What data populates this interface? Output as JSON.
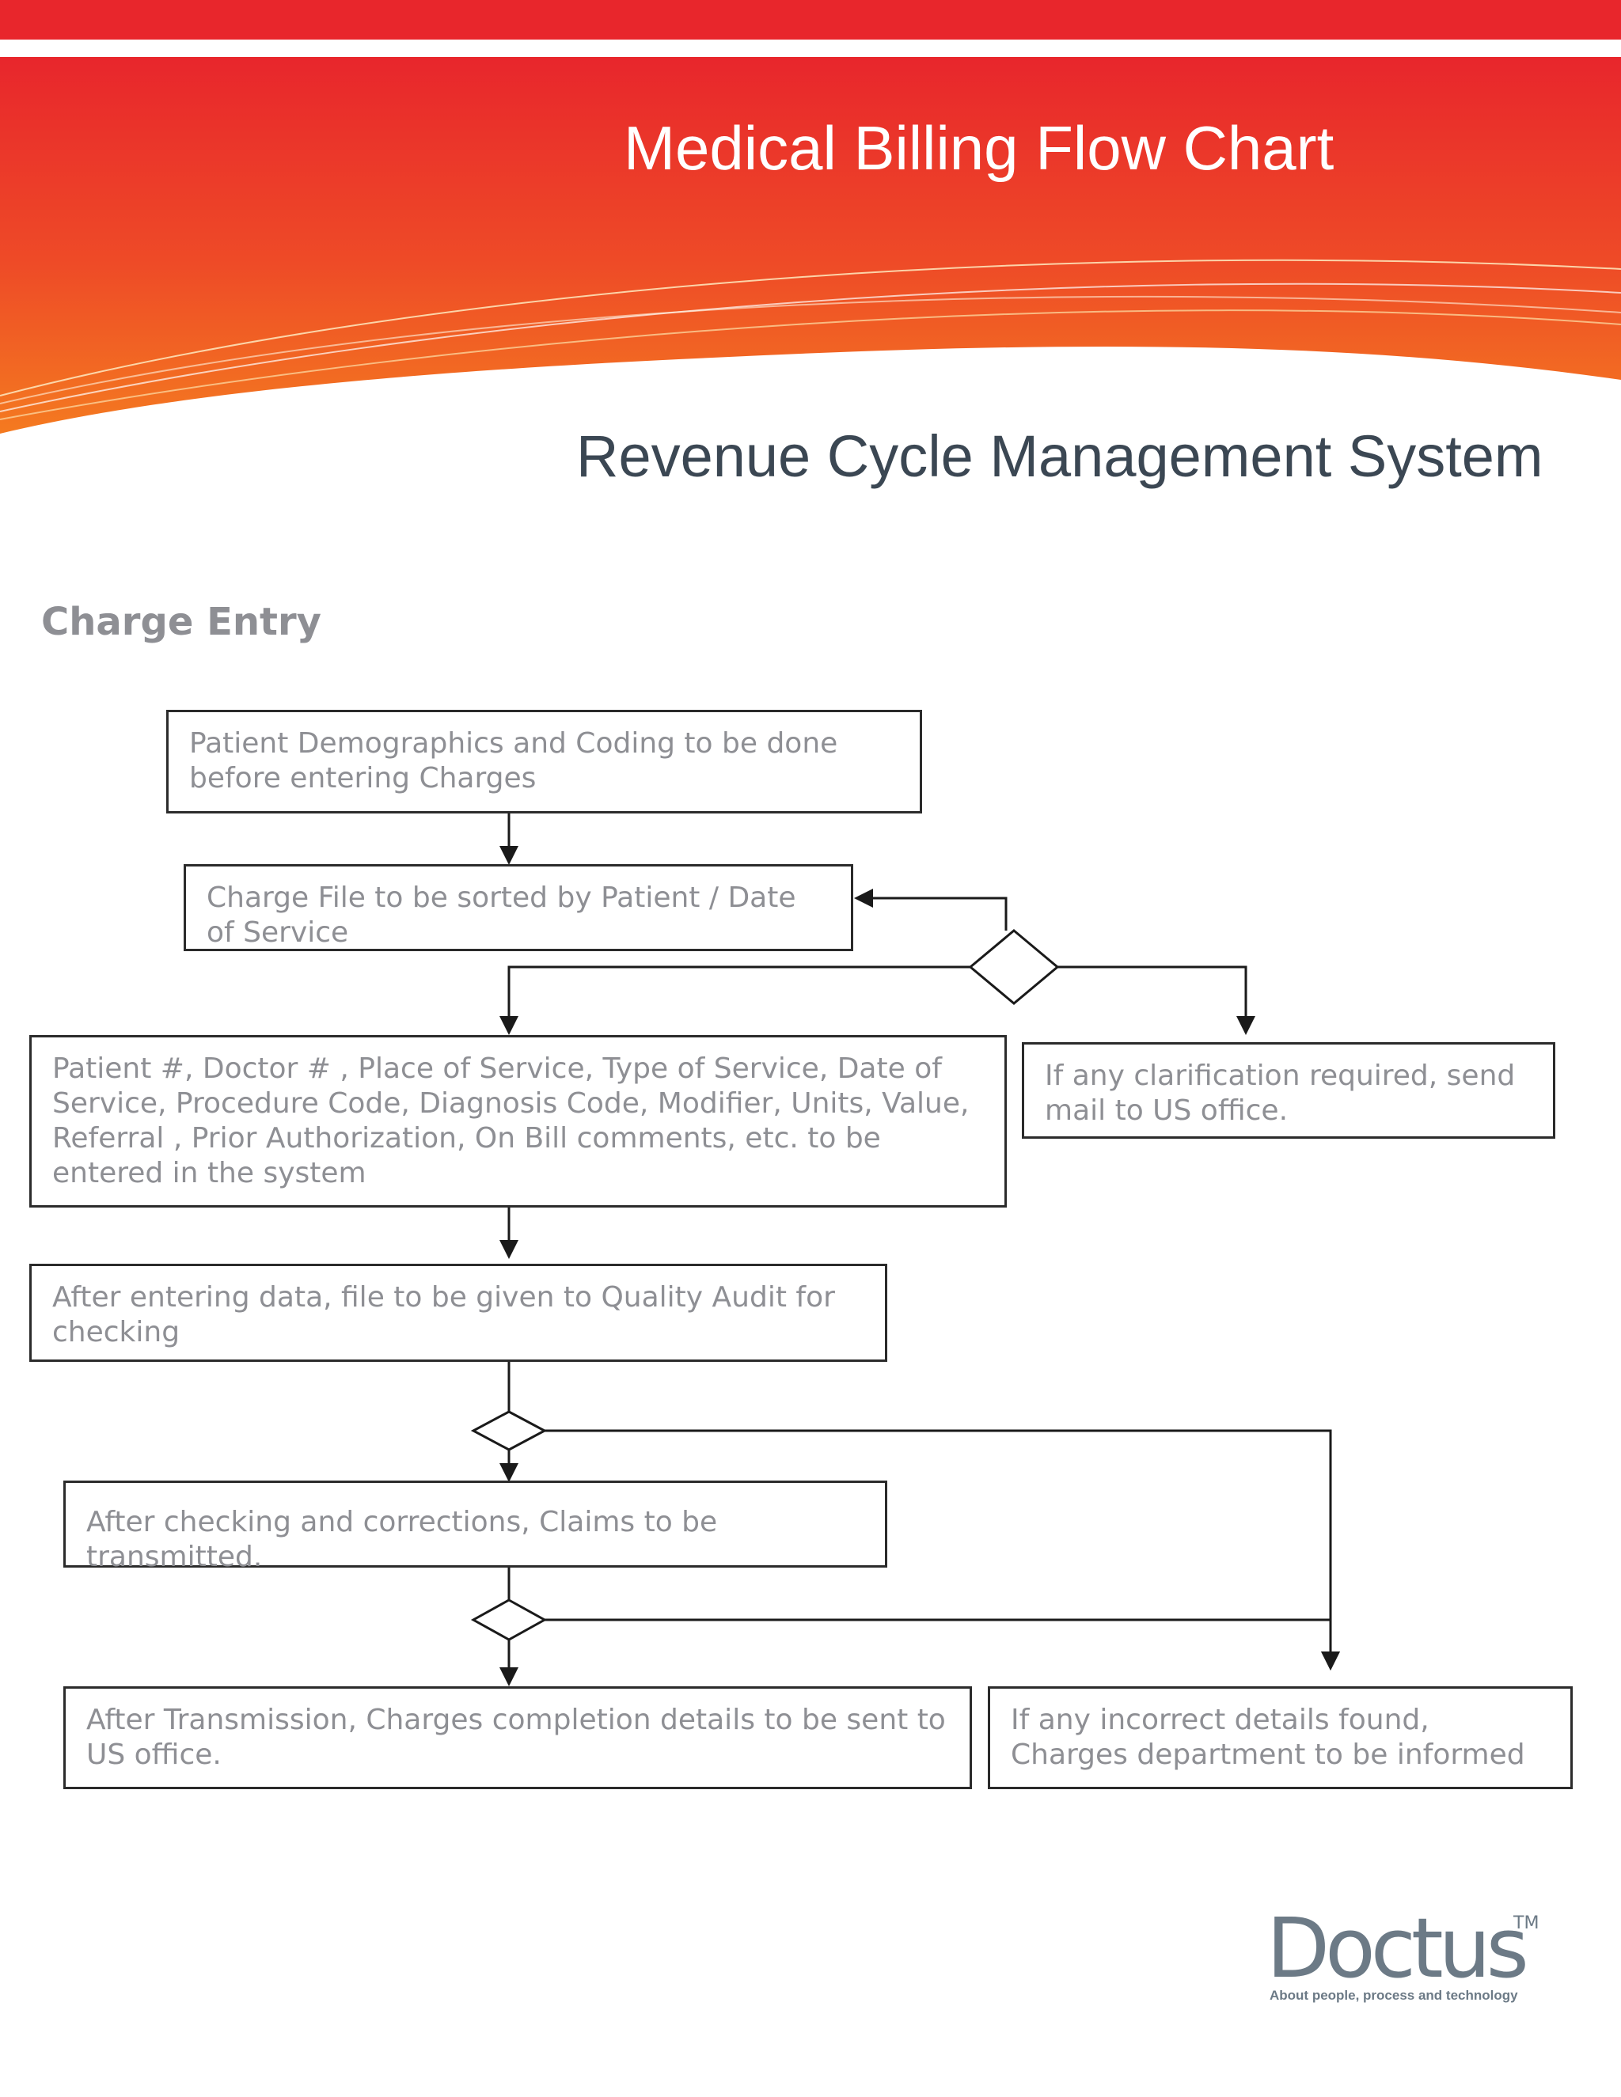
{
  "header": {
    "title": "Medical Billing Flow Chart",
    "subtitle": "Revenue Cycle Management System"
  },
  "section_title": "Charge Entry",
  "steps": {
    "demographics": "Patient Demographics and Coding to be done before entering Charges",
    "sort_file": "Charge File to be sorted by Patient /   Date of Service",
    "enter_data": "Patient #, Doctor # , Place of Service, Type of Service,    Date of Service, Procedure Code, Diagnosis Code,  Modifier, Units, Value, Referral , Prior Authorization,     On Bill comments, etc. to be entered in the system",
    "clarification": "If any clarification required, send mail to US office.",
    "quality_audit": "After entering data, file to be given to Quality Audit for checking",
    "transmit": "After checking and corrections, Claims to be transmitted.",
    "completion": "After Transmission, Charges completion details to be sent to US office.",
    "incorrect": "If any incorrect details found, Charges department to be informed"
  },
  "logo": {
    "wordmark": "Doctus",
    "trademark": "TM",
    "tagline": "About people, process and technology"
  },
  "colors": {
    "banner_top": "#e8262c",
    "banner_bottom": "#f47a20",
    "subtitle_text": "#3b4753",
    "box_text": "#8e8f94",
    "box_border": "#2b2b2b",
    "logo": "#6c7a86"
  }
}
